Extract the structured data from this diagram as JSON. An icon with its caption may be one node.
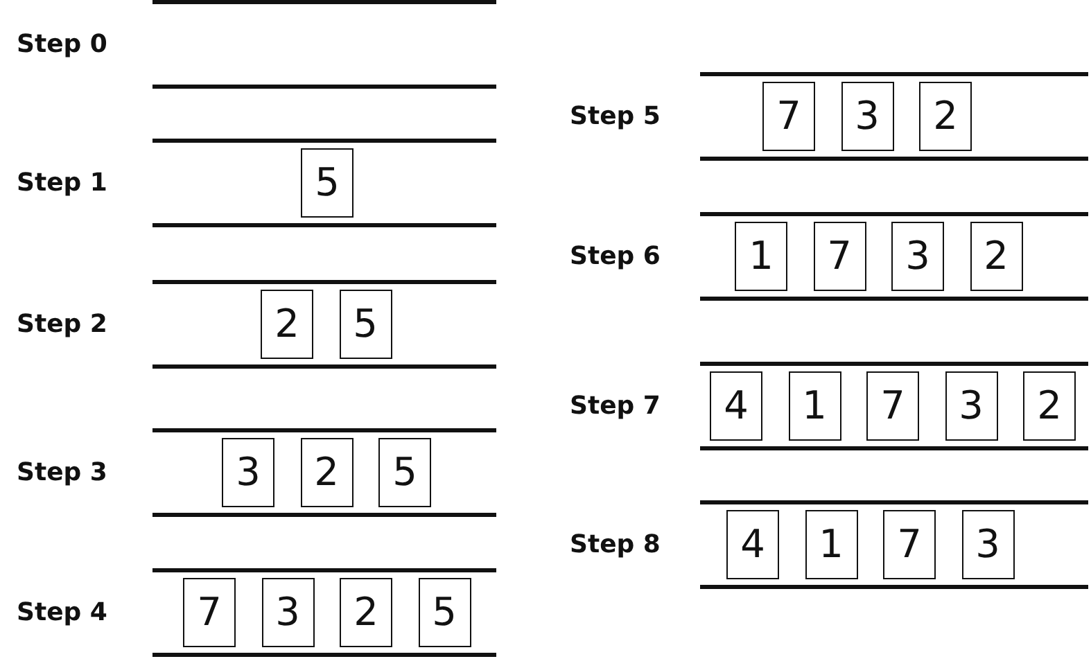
{
  "diagram": {
    "nodes": [
      {
        "text": [
          "Step 0"
        ]
      },
      {
        "text": [
          "Step 1"
        ]
      },
      {
        "text": [
          "5"
        ],
        "in": 1
      },
      {
        "text": [
          "Step 2"
        ]
      },
      {
        "text": [
          "2"
        ],
        "in": 3
      },
      {
        "text": [
          "5"
        ],
        "in": 3
      },
      {
        "text": [
          "Step 3"
        ]
      },
      {
        "text": [
          "3"
        ],
        "in": 6
      },
      {
        "text": [
          "2"
        ],
        "in": 6
      },
      {
        "text": [
          "5"
        ],
        "in": 6
      },
      {
        "text": [
          "Step 4"
        ]
      },
      {
        "text": [
          "7"
        ],
        "in": 10
      },
      {
        "text": [
          "3"
        ],
        "in": 10
      },
      {
        "text": [
          "2"
        ],
        "in": 10
      },
      {
        "text": [
          "5"
        ],
        "in": 10
      },
      {
        "text": [
          "Step 5"
        ]
      },
      {
        "text": [
          "7"
        ],
        "in": 15
      },
      {
        "text": [
          "3"
        ],
        "in": 15
      },
      {
        "text": [
          "2"
        ],
        "in": 15
      },
      {
        "text": [
          "Step 6"
        ]
      },
      {
        "text": [
          "1"
        ],
        "in": 19
      },
      {
        "text": [
          "7"
        ],
        "in": 19
      },
      {
        "text": [
          "3"
        ],
        "in": 19
      },
      {
        "text": [
          "2"
        ],
        "in": 19
      },
      {
        "text": [
          "Step 7"
        ]
      },
      {
        "text": [
          "4"
        ],
        "in": 24
      },
      {
        "text": [
          "1"
        ],
        "in": 24
      },
      {
        "text": [
          "7"
        ],
        "in": 24
      },
      {
        "text": [
          "3"
        ],
        "in": 24
      },
      {
        "text": [
          "2"
        ],
        "in": 24
      },
      {
        "text": [
          "Step 8"
        ]
      },
      {
        "text": [
          "4"
        ],
        "in": 30
      },
      {
        "text": [
          "1"
        ],
        "in": 30
      },
      {
        "text": [
          "7"
        ],
        "in": 30
      },
      {
        "text": [
          "3"
        ],
        "in": 30
      }
    ]
  }
}
